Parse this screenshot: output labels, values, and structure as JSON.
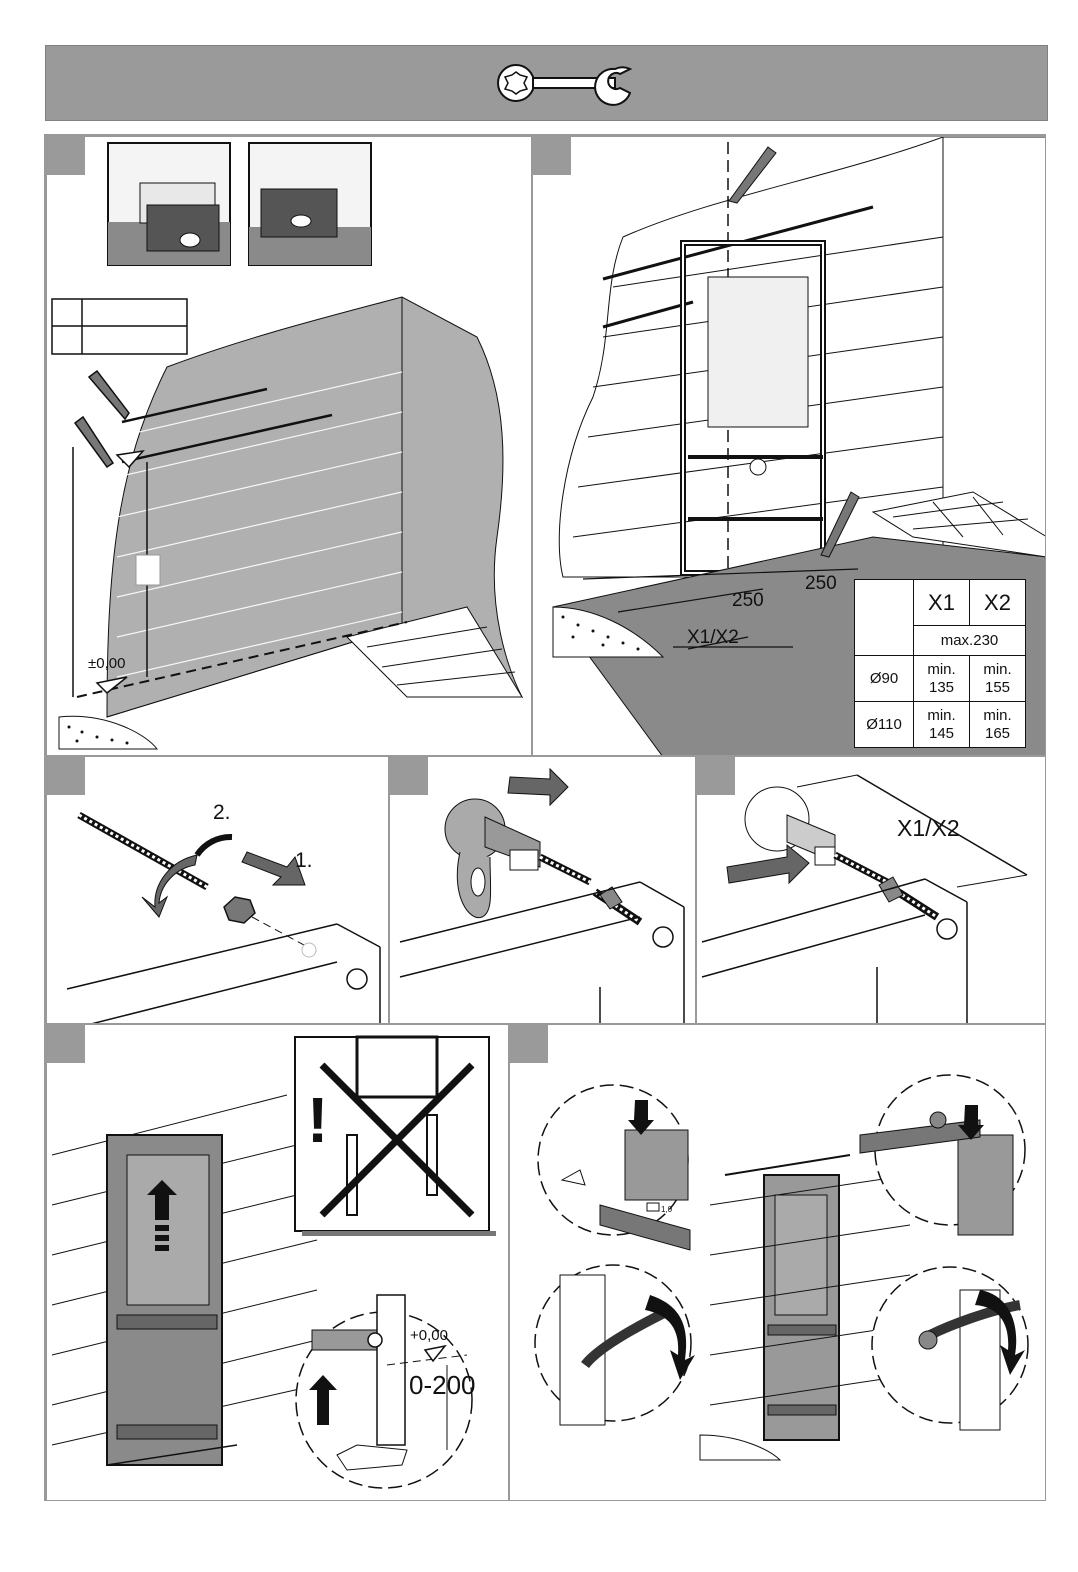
{
  "header": {
    "icon": "wrench-icon",
    "bg_color": "#9a9a9a"
  },
  "panel1": {
    "zero_mark": "±0,00"
  },
  "panel2": {
    "dim_a": "250",
    "dim_b": "250",
    "x_label": "X1/X2",
    "table": {
      "col1": "X1",
      "col2": "X2",
      "max": "max.230",
      "rows": [
        {
          "dia": "Ø90",
          "x1": "min.\n135",
          "x2": "min.\n155"
        },
        {
          "dia": "Ø110",
          "x1": "min.\n145",
          "x2": "min.\n165"
        }
      ]
    }
  },
  "panel3": {
    "step2": "2.",
    "step1": "1."
  },
  "panel5": {
    "x_label": "X1/X2"
  },
  "panel6": {
    "offset": "+0,00",
    "range": "0-200",
    "warning": "!"
  },
  "panel7": {
    "level_mark": "1,0"
  }
}
